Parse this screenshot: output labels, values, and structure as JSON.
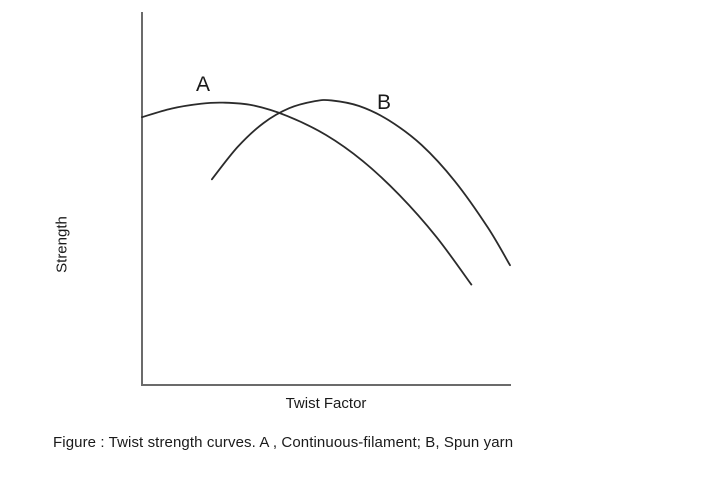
{
  "figure": {
    "caption": "Figure  : Twist strength curves. A , Continuous-filament; B, Spun yarn",
    "background_color": "#ffffff",
    "axis_color": "#6b6b6b",
    "curve_color": "#2b2b2b",
    "text_color": "#1a1a1a"
  },
  "chart_data": {
    "type": "line",
    "title": "",
    "subtitle": "",
    "caption": "Figure  : Twist strength curves. A , Continuous-filament; B, Spun yarn",
    "xlabel": "Twist Factor",
    "ylabel": "Strength",
    "grid": false,
    "legend": "inline-curve-labels",
    "axis_ticks": false,
    "tick_labels": {
      "x": [],
      "y": []
    },
    "xlim": [
      0,
      1
    ],
    "ylim": [
      0,
      1
    ],
    "annotations": [
      {
        "text": "A",
        "x": 0.15,
        "y": 0.86,
        "note": "label for continuous-filament curve"
      },
      {
        "text": "B",
        "x": 0.64,
        "y": 0.8,
        "note": "label for spun yarn curve"
      }
    ],
    "series": [
      {
        "name": "A",
        "label": "A",
        "description": "Continuous-filament",
        "points": [
          {
            "x": 0.0,
            "y": 0.72
          },
          {
            "x": 0.08,
            "y": 0.743
          },
          {
            "x": 0.16,
            "y": 0.756
          },
          {
            "x": 0.22,
            "y": 0.759
          },
          {
            "x": 0.3,
            "y": 0.752
          },
          {
            "x": 0.395,
            "y": 0.723
          },
          {
            "x": 0.5,
            "y": 0.672
          },
          {
            "x": 0.6,
            "y": 0.602
          },
          {
            "x": 0.7,
            "y": 0.51
          },
          {
            "x": 0.8,
            "y": 0.398
          },
          {
            "x": 0.895,
            "y": 0.27
          }
        ]
      },
      {
        "name": "B",
        "label": "B",
        "description": "Spun yarn",
        "points": [
          {
            "x": 0.19,
            "y": 0.553
          },
          {
            "x": 0.26,
            "y": 0.64
          },
          {
            "x": 0.33,
            "y": 0.704
          },
          {
            "x": 0.4,
            "y": 0.744
          },
          {
            "x": 0.47,
            "y": 0.763
          },
          {
            "x": 0.515,
            "y": 0.765
          },
          {
            "x": 0.59,
            "y": 0.75
          },
          {
            "x": 0.67,
            "y": 0.712
          },
          {
            "x": 0.76,
            "y": 0.645
          },
          {
            "x": 0.85,
            "y": 0.548
          },
          {
            "x": 0.94,
            "y": 0.423
          },
          {
            "x": 1.0,
            "y": 0.322
          }
        ]
      }
    ]
  },
  "labels": {
    "curve_a": "A",
    "curve_b": "B",
    "x_axis": "Twist Factor",
    "y_axis": "Strength"
  }
}
